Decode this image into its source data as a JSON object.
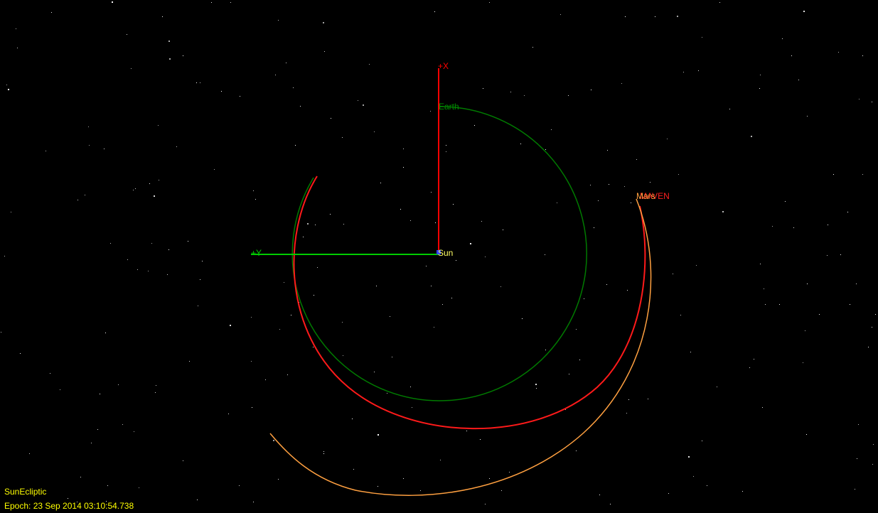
{
  "view": {
    "coordinate_system": "SunEcliptic",
    "epoch_label": "Epoch: 23 Sep 2014 03:10:54.738"
  },
  "axes": {
    "x_label": "+X",
    "y_label": "+Y",
    "x_color": "#ff0000",
    "y_color": "#00cc00"
  },
  "bodies": {
    "sun_label": "Sun",
    "earth_label": "Earth",
    "mars_label": "Mars",
    "spacecraft_label": "MAVEN"
  },
  "colors": {
    "background": "#000000",
    "earth_orbit": "#007a00",
    "spacecraft_orbit": "#ff1a1a",
    "mars_orbit": "#ffa040",
    "hud_text": "#ffff00",
    "sun_text": "#ffff66"
  }
}
